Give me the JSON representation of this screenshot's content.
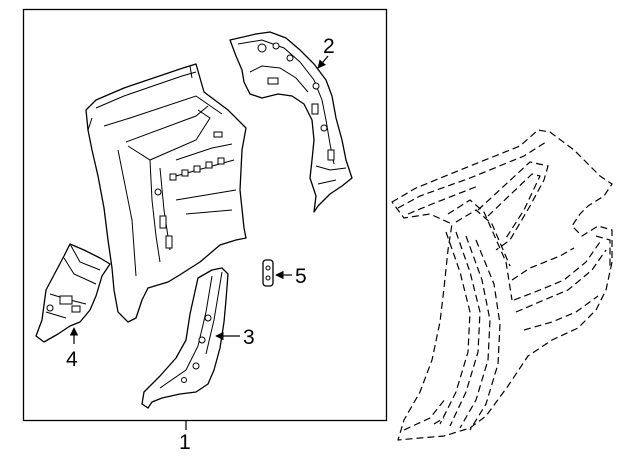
{
  "callouts": {
    "assembly": "1",
    "inner_reinforcement": "2",
    "lower_bracket": "3",
    "rear_extension": "4",
    "small_plate": "5"
  }
}
